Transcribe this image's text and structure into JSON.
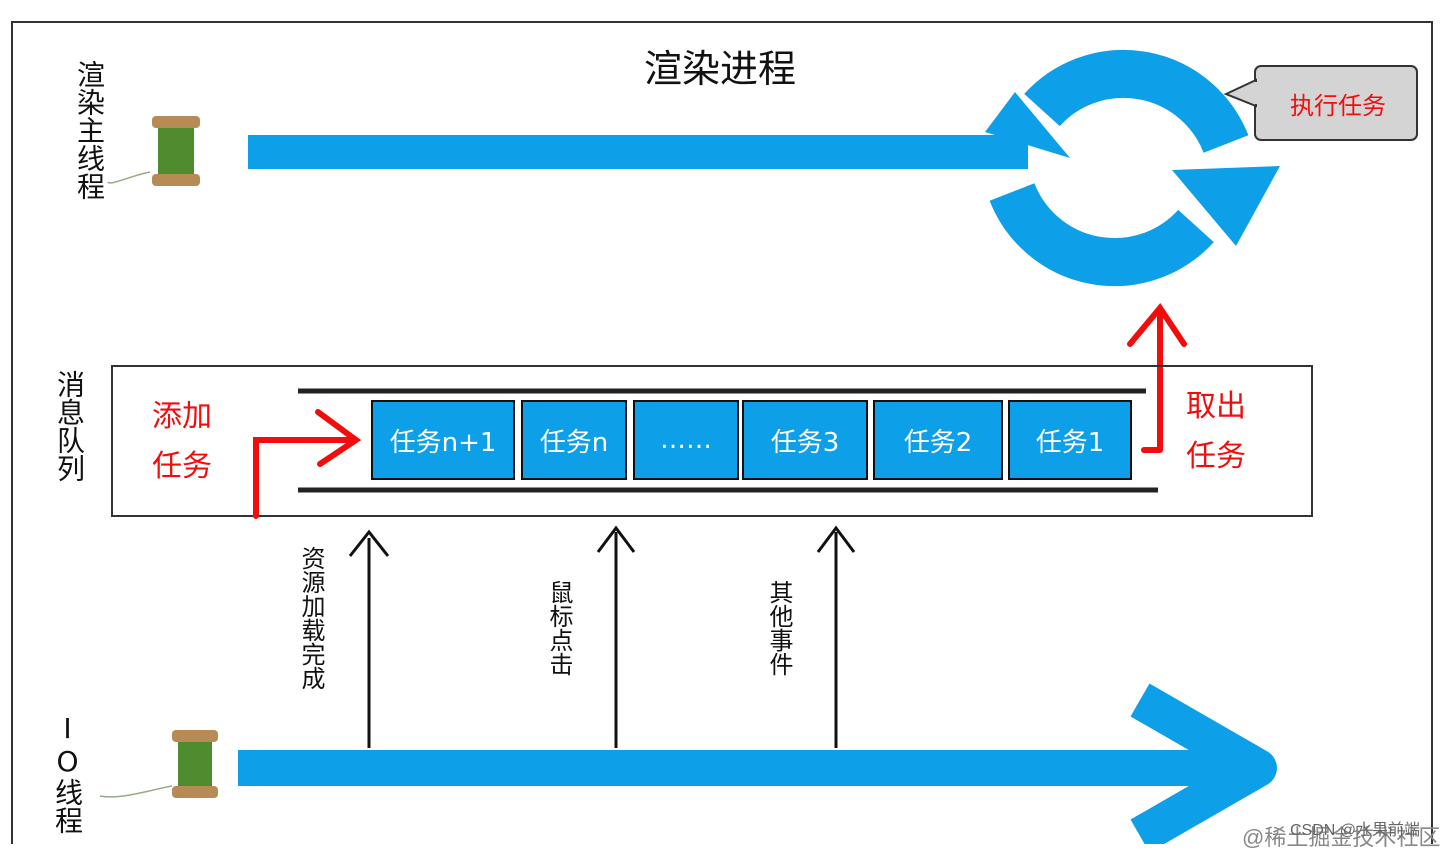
{
  "title": "渲染进程",
  "render_thread_label": "渲染主线程",
  "message_queue_label": "消息队列",
  "io_thread_label": "IO线程",
  "execute_task_label": "执行任务",
  "add_task_label": {
    "line1": "添加",
    "line2": "任务"
  },
  "take_task_label": {
    "line1": "取出",
    "line2": "任务"
  },
  "tasks": [
    "任务n+1",
    "任务n",
    "……",
    "任务3",
    "任务2",
    "任务1"
  ],
  "events": [
    "资源加载完成",
    "鼠标点击",
    "其他事件"
  ],
  "watermark": "@稀土掘金技术社区",
  "csdn_watermark": "CSDN @水果前端",
  "colors": {
    "arrow_blue": "#0d9fe8",
    "red": "#f20d0d",
    "bubble_gray": "#d4d4d4"
  }
}
